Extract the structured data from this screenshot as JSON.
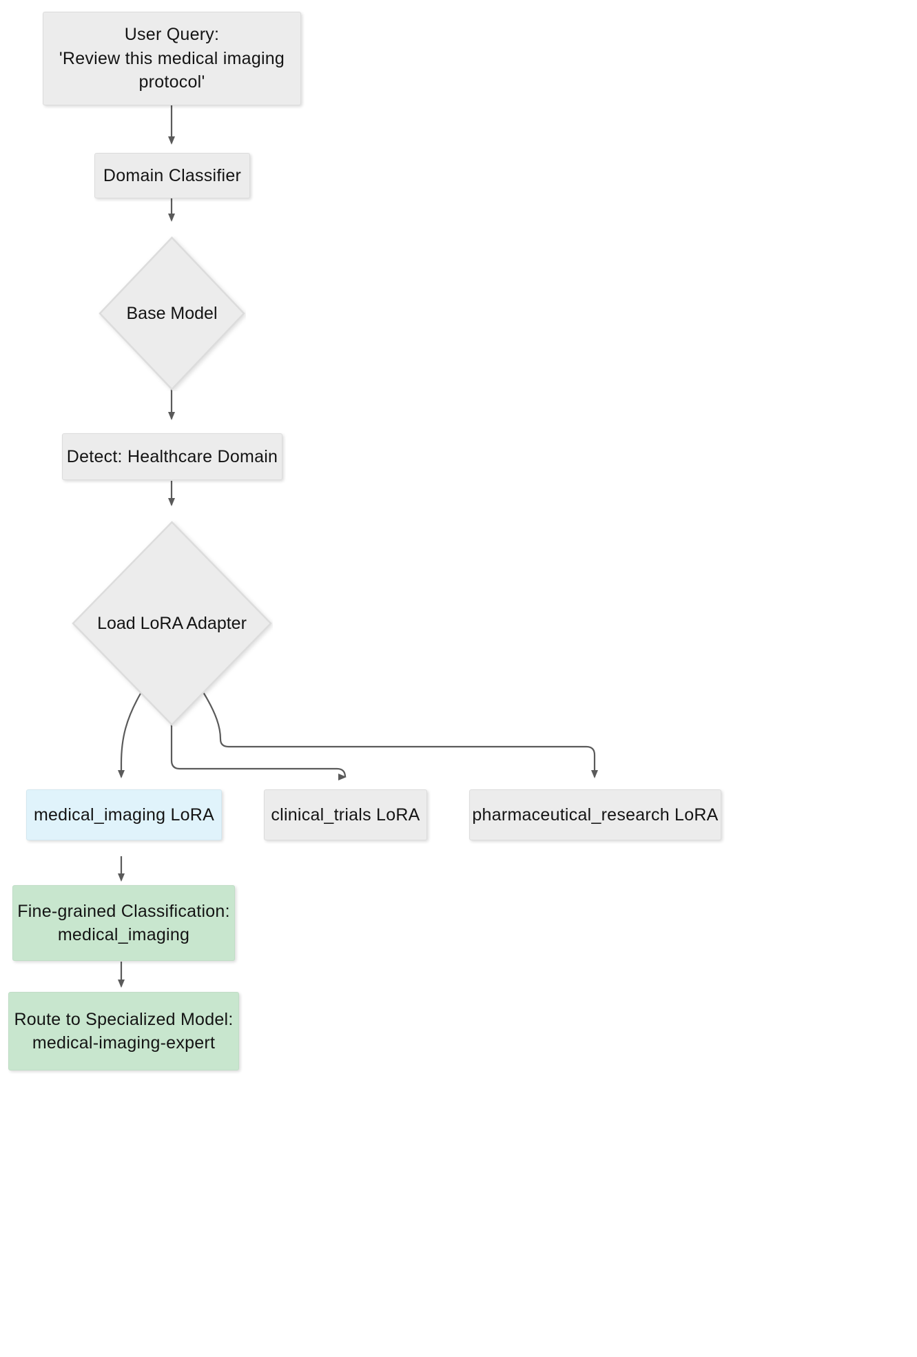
{
  "diagram": {
    "type": "flowchart",
    "direction": "top-down",
    "title": "",
    "theme": {
      "background": "#ffffff",
      "node_fill_default": "#ececec",
      "node_stroke_default": "#dcdcdc",
      "node_fill_highlight_blue": "#e0f3fb",
      "node_fill_highlight_green": "#c8e6ce",
      "edge_stroke": "#555555",
      "text_color": "#141414"
    },
    "nodes": [
      {
        "id": "user-query",
        "shape": "rect",
        "fill": "default",
        "lines": [
          "User Query:",
          "'Review this medical imaging",
          "protocol'"
        ]
      },
      {
        "id": "domain-classifier",
        "shape": "rect",
        "fill": "default",
        "lines": [
          "Domain Classifier"
        ]
      },
      {
        "id": "base-model",
        "shape": "diamond",
        "fill": "default",
        "lines": [
          "Base Model"
        ]
      },
      {
        "id": "detect-healthcare-domain",
        "shape": "rect",
        "fill": "default",
        "lines": [
          "Detect: Healthcare Domain"
        ]
      },
      {
        "id": "load-lora-adapter",
        "shape": "diamond",
        "fill": "default",
        "lines": [
          "Load LoRA Adapter"
        ]
      },
      {
        "id": "medical-imaging-lora",
        "shape": "rect",
        "fill": "blue",
        "lines": [
          "medical_imaging LoRA"
        ]
      },
      {
        "id": "clinical-trials-lora",
        "shape": "rect",
        "fill": "default",
        "lines": [
          "clinical_trials LoRA"
        ]
      },
      {
        "id": "pharmaceutical-research-lora",
        "shape": "rect",
        "fill": "default",
        "lines": [
          "pharmaceutical_research LoRA"
        ]
      },
      {
        "id": "fine-grained-classification",
        "shape": "rect",
        "fill": "green",
        "lines": [
          "Fine-grained Classification:",
          "medical_imaging"
        ]
      },
      {
        "id": "route-to-specialized-model",
        "shape": "rect",
        "fill": "green",
        "lines": [
          "Route to Specialized Model:",
          "medical-imaging-expert"
        ]
      }
    ],
    "edges": [
      {
        "from": "user-query",
        "to": "domain-classifier",
        "label": ""
      },
      {
        "from": "domain-classifier",
        "to": "base-model",
        "label": ""
      },
      {
        "from": "base-model",
        "to": "detect-healthcare-domain",
        "label": ""
      },
      {
        "from": "detect-healthcare-domain",
        "to": "load-lora-adapter",
        "label": ""
      },
      {
        "from": "load-lora-adapter",
        "to": "medical-imaging-lora",
        "label": ""
      },
      {
        "from": "load-lora-adapter",
        "to": "clinical-trials-lora",
        "label": ""
      },
      {
        "from": "load-lora-adapter",
        "to": "pharmaceutical-research-lora",
        "label": ""
      },
      {
        "from": "medical-imaging-lora",
        "to": "fine-grained-classification",
        "label": ""
      },
      {
        "from": "fine-grained-classification",
        "to": "route-to-specialized-model",
        "label": ""
      }
    ]
  }
}
